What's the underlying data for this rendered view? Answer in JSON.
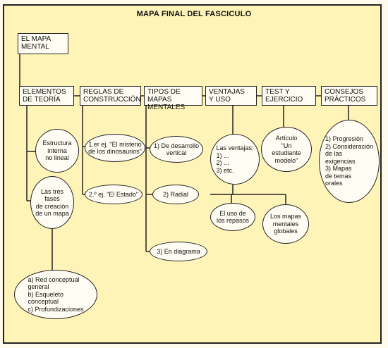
{
  "title": "MAPA FINAL DEL FASCICULO",
  "root": "EL MAPA\nMENTAL",
  "columns": [
    "ELEMENTOS\nDE TEORÍA",
    "REGLAS DE\nCONSTRUCCIÓN",
    "TIPOS DE MAPAS\nMENTALES",
    "VENTAJAS\nY USO",
    "TEST Y\nEJERCICIO",
    "CONSEJOS\nPRÁCTICOS"
  ],
  "nodes": {
    "estructura": "Estructura\ninterna\nno lineal",
    "tres_fases": "Las tres\nfases\nde creación\nde un mapa",
    "red_conceptual": "a) Red conceptual\ngeneral\nb) Esqueleto\nconceptual\nc) Profundizaciones",
    "ej1": "1.er ej. \"El misterio\nde los dinosaurios\"",
    "ej2": "2.º ej. \"El Estado\"",
    "desarrollo": "1) De desarrollo\nvertical",
    "radial": "2) Radial",
    "diagrama": "3) En diagrama",
    "ventajas": "Las ventajas:\n1) ...\n2) ...\n3) etc.",
    "repasos": "El uso de\nlos repasos",
    "globales": "Los mapas\nmentales\nglobales",
    "articulo": "Artículo\n\"Un\nestudiante\nmodelo\"",
    "progresion": "1) Progresión\n2) Consideración\nde las\nexigencias\n3) Mapas\nde temas\norales"
  }
}
